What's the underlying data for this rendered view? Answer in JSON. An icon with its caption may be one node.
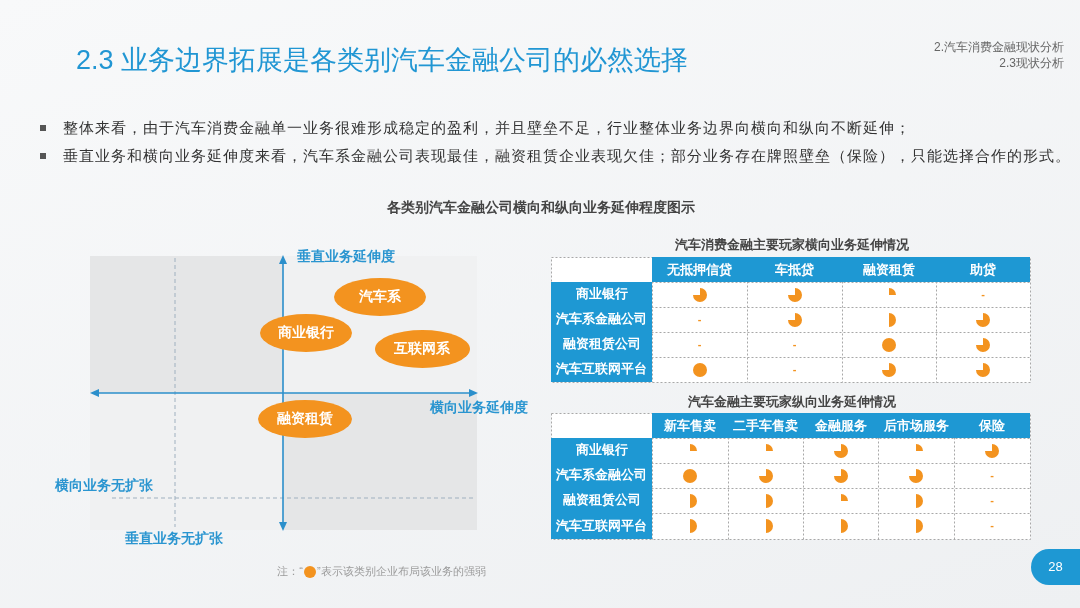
{
  "diagram": {
    "title": "2.3 业务边界拓展是各类别汽车金融公司的必然选择",
    "nodes": [
      {
        "text": [
          "汽车系"
        ]
      },
      {
        "text": [
          "商业银行"
        ]
      },
      {
        "text": [
          "互联网系"
        ]
      },
      {
        "text": [
          "融资租赁"
        ]
      }
    ],
    "labels": [
      "2.汽车消费金融现状分析",
      "2.3现状分析",
      "整体来看，由于汽车消费金融单一业务很难形成稳定的盈利，并且壁垒不足，行业整体业务边界向横向和纵向不断延伸；",
      "垂直业务和横向业务延伸度来看，汽车系金融公司表现最佳，融资租赁企业表现欠佳；部分业务存在牌照壁垒（保险），只能选择合作的形式。",
      "各类别汽车金融公司横向和纵向业务延伸程度图示",
      "垂直业务延伸度",
      "横向业务延伸度",
      "横向业务无扩张",
      "垂直业务无扩张",
      "汽车消费金融主要玩家横向业务延伸情况",
      "无抵押信贷",
      "车抵贷",
      "融资租赁",
      "助贷",
      "商业银行",
      "-",
      "汽车系金融公司",
      "-",
      "融资租赁公司",
      "-",
      "-",
      "汽车互联网平台",
      "-",
      "汽车金融主要玩家纵向业务延伸情况",
      "新车售卖",
      "二手车售卖",
      "金融服务",
      "后市场服务",
      "保险",
      "商业银行",
      "汽车系金融公司",
      "-",
      "融资租赁公司",
      "-",
      "汽车互联网平台",
      "-",
      "注：“",
      "28"
    ],
    "legend": [
      {
        "text": "”表示该类别企业布局该业务的强弱",
        "color": "#f3931f"
      }
    ]
  }
}
